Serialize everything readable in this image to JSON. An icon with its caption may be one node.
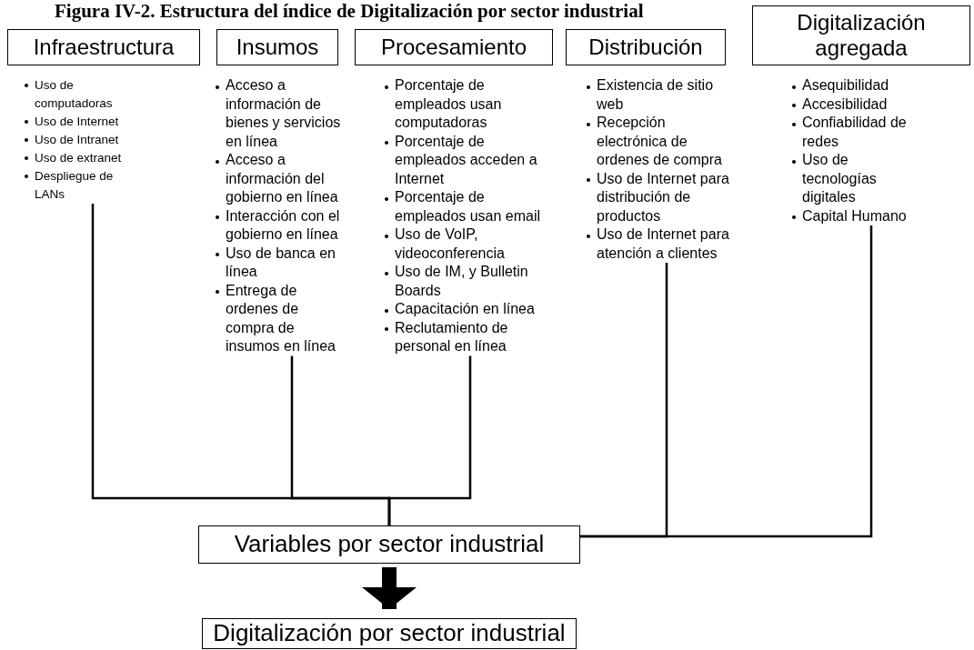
{
  "diagram": {
    "title": "Figura IV-2. Estructura del índice de Digitalización por sector industrial",
    "nodes": [
      {
        "text": [
          "Infraestructura"
        ]
      },
      {
        "text": [
          "Uso de computadoras",
          "Uso de Internet",
          "Uso de Intranet",
          "Uso de extranet",
          "Despliegue de LANs"
        ]
      },
      {
        "text": [
          "Insumos"
        ]
      },
      {
        "text": [
          "Acceso a información de bienes y servicios en línea",
          "Acceso a información del gobierno en línea",
          "Interacción con el gobierno en línea",
          "Uso de banca en línea",
          "Entrega de ordenes de compra de insumos en línea"
        ]
      },
      {
        "text": [
          "Procesamiento"
        ]
      },
      {
        "text": [
          "Porcentaje de empleados usan computadoras",
          "Porcentaje de empleados acceden a Internet",
          "Porcentaje de empleados usan email",
          "Uso de VoIP, videoconferencia",
          "Uso de IM, y Bulletin Boards",
          "Capacitación en línea",
          "Reclutamiento de personal en línea"
        ]
      },
      {
        "text": [
          "Distribución"
        ]
      },
      {
        "text": [
          "Existencia de sitio web",
          "Recepción electrónica de ordenes de compra",
          "Uso de Internet para distribución de productos",
          "Uso de Internet para atención a clientes"
        ]
      },
      {
        "text": [
          "Digitalización agregada"
        ]
      },
      {
        "text": [
          "Asequibilidad",
          "Accesibilidad",
          "Confiabilidad de redes",
          "Uso de tecnologías digitales",
          "Capital Humano"
        ]
      },
      {
        "text": [
          "Variables por sector industrial"
        ]
      },
      {
        "text": [
          "Digitalización por sector industrial"
        ]
      }
    ],
    "edges": [
      {
        "from": 1,
        "to": 10,
        "arrow": "none"
      },
      {
        "from": 3,
        "to": 10,
        "arrow": "none"
      },
      {
        "from": 5,
        "to": 10,
        "arrow": "none"
      },
      {
        "from": 7,
        "to": 10,
        "arrow": "none"
      },
      {
        "from": 9,
        "to": 10,
        "arrow": "none"
      },
      {
        "from": 10,
        "to": 11,
        "arrow": "to",
        "style": "thick"
      }
    ]
  }
}
